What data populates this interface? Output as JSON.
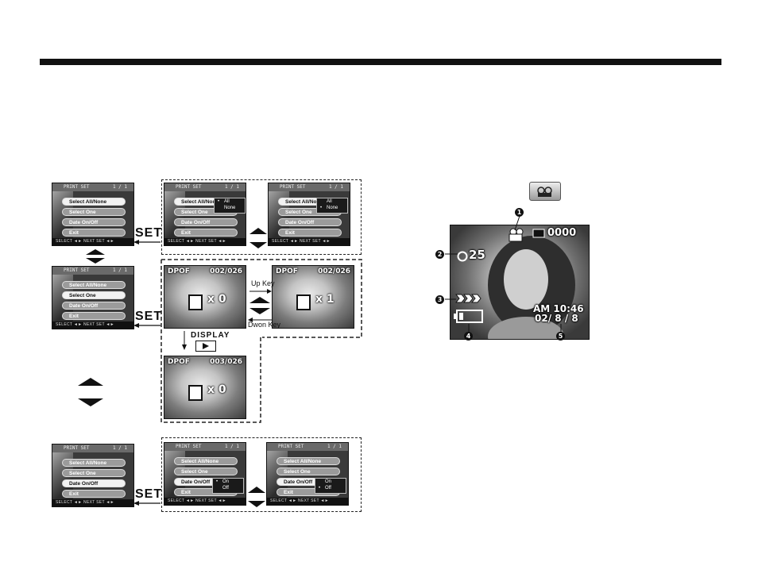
{
  "menu": {
    "header_left": "PRINT SET",
    "header_right": "1 / 1",
    "items": [
      "Select All/None",
      "Select One",
      "Date On/Off",
      "Exit"
    ],
    "footer": "SELECT ◄► NEXT   SET ◄►"
  },
  "popups": {
    "all_none": [
      "All",
      "None"
    ],
    "on_off": [
      "On",
      "Off"
    ]
  },
  "dpof": {
    "title": "DPOF",
    "counter_a": "002/026",
    "counter_b": "003/026",
    "qty_0": "x 0",
    "qty_1": "x 1"
  },
  "labels": {
    "set": "SET",
    "up_key": "Up Key",
    "down_key": "Dwon Key",
    "display": "DISPLAY"
  },
  "lcd": {
    "counter": "0000",
    "shots": "25",
    "time": "AM 10:46",
    "date": "02/ 8 / 8"
  },
  "callouts": [
    "1",
    "2",
    "3",
    "4",
    "5"
  ],
  "colors": {
    "rule": "#111111",
    "screen": "#3a3a3a"
  }
}
